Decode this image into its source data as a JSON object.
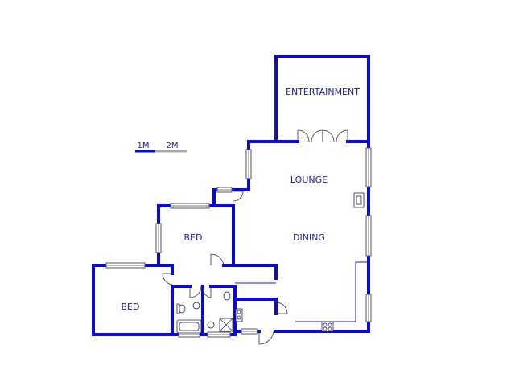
{
  "rooms": {
    "entertainment": "ENTERTAINMENT",
    "lounge": "LOUNGE",
    "dining": "DINING",
    "bed_1": "BED",
    "bed_2": "BED"
  },
  "scale_bar": {
    "label_1": "1M",
    "label_2": "2M"
  },
  "colors": {
    "wall": "#0a0ad2",
    "label": "#1e1e9a",
    "background": "#ffffff"
  }
}
